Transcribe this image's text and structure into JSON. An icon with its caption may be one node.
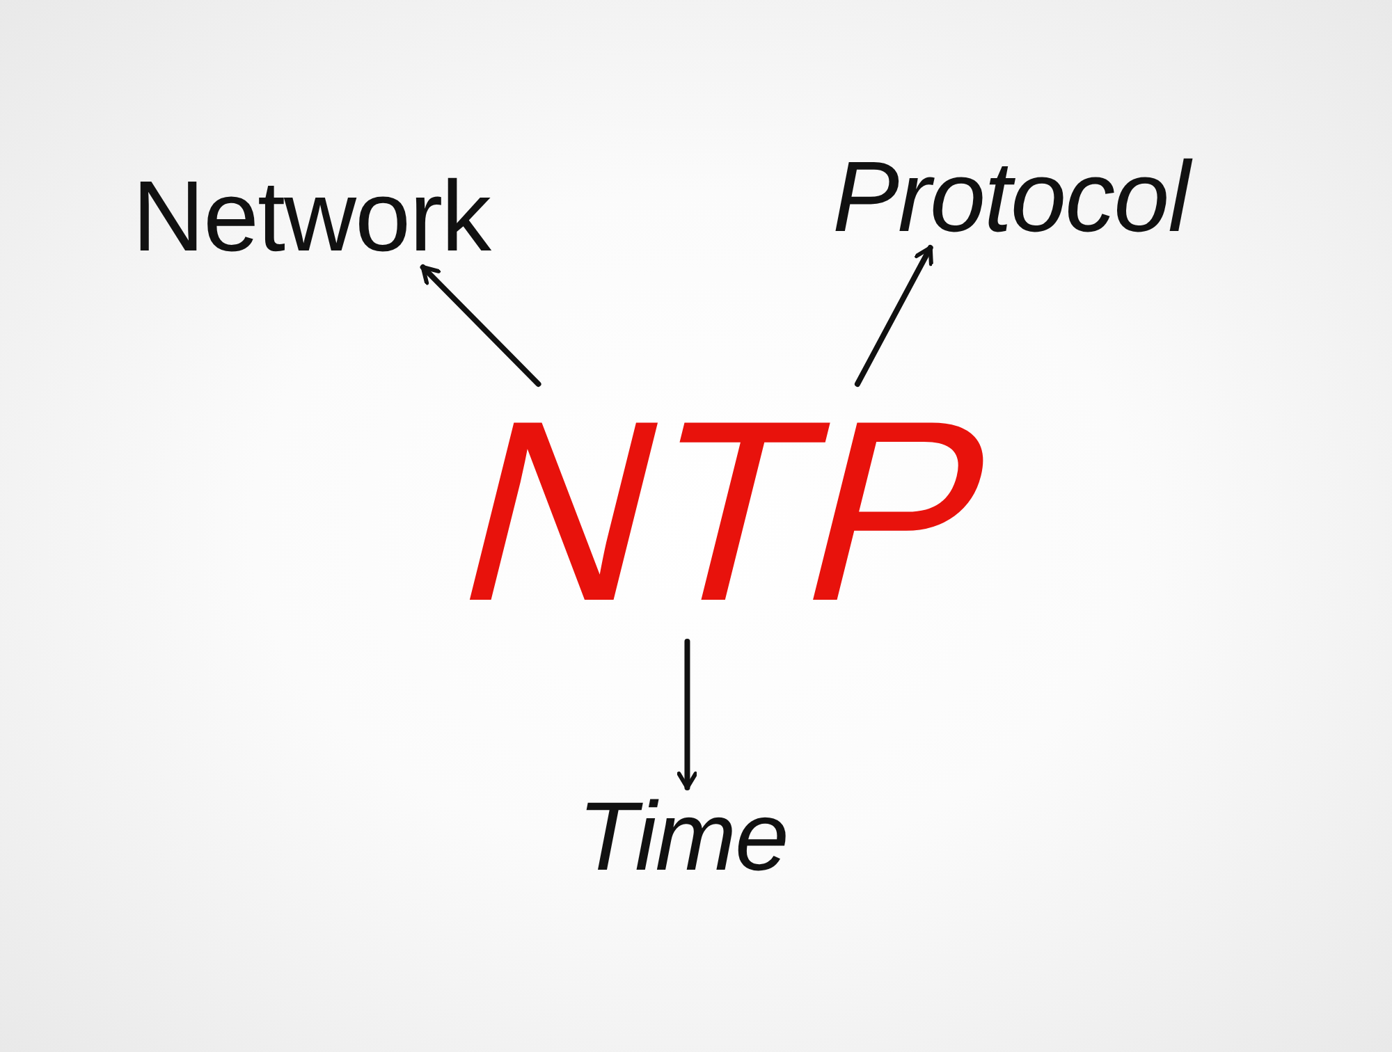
{
  "diagram": {
    "nodes": [
      {
        "text": [
          "NTP"
        ]
      },
      {
        "text": [
          "Network"
        ]
      },
      {
        "text": [
          "Protocol"
        ]
      },
      {
        "text": [
          "Time"
        ]
      }
    ],
    "edges": [
      {
        "from": 0,
        "to": 1,
        "arrow": "to"
      },
      {
        "from": 0,
        "to": 2,
        "arrow": "to"
      },
      {
        "from": 0,
        "to": 3,
        "arrow": "to"
      }
    ]
  }
}
